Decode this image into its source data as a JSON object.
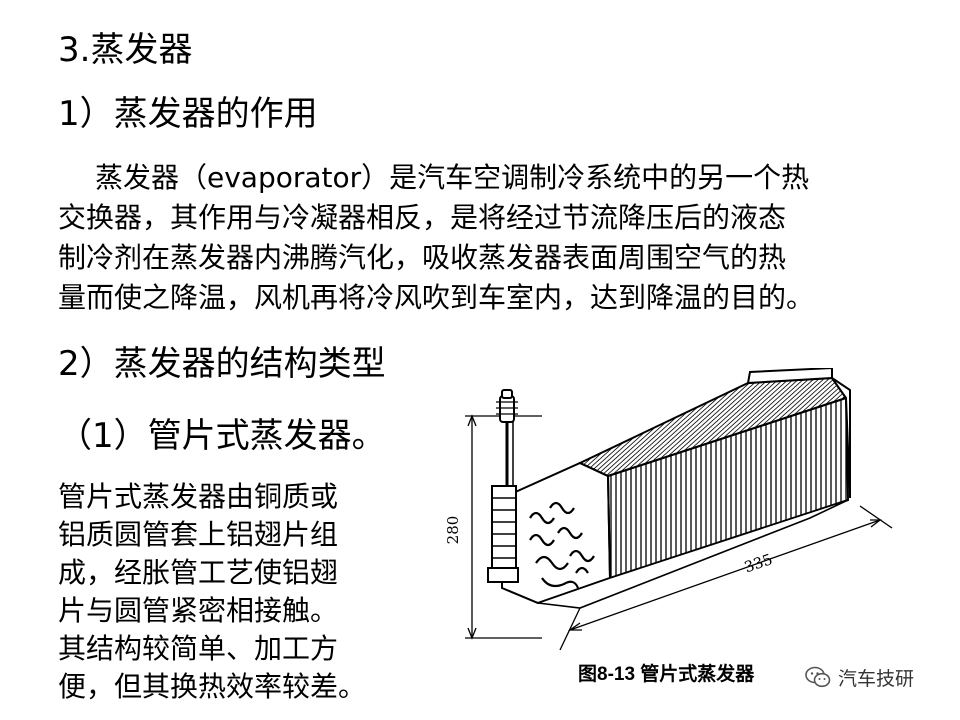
{
  "heading": "3.蒸发器",
  "section1": {
    "title": "1）蒸发器的作用",
    "lines": [
      "蒸发器（evaporator）是汽车空调制冷系统中的另一个热",
      "交换器，其作用与冷凝器相反，是将经过节流降压后的液态",
      "制冷剂在蒸发器内沸腾汽化，吸收蒸发器表面周围空气的热",
      "量而使之降温，风机再将冷风吹到车室内，达到降温的目的。"
    ]
  },
  "section2": {
    "title": "2）蒸发器的结构类型",
    "subtitle": "（1）管片式蒸发器。",
    "lines": [
      "管片式蒸发器由铜质或",
      "铝质圆管套上铝翅片组",
      "成，经胀管工艺使铝翅",
      "片与圆管紧密相接触。",
      "其结构较简单、加工方",
      "便，但其换热效率较差。"
    ]
  },
  "figure": {
    "dim_height": "280",
    "dim_length": "335",
    "caption": "图8-13  管片式蒸发器"
  },
  "watermark": {
    "icon": "wechat-icon",
    "text": "汽车技研"
  }
}
